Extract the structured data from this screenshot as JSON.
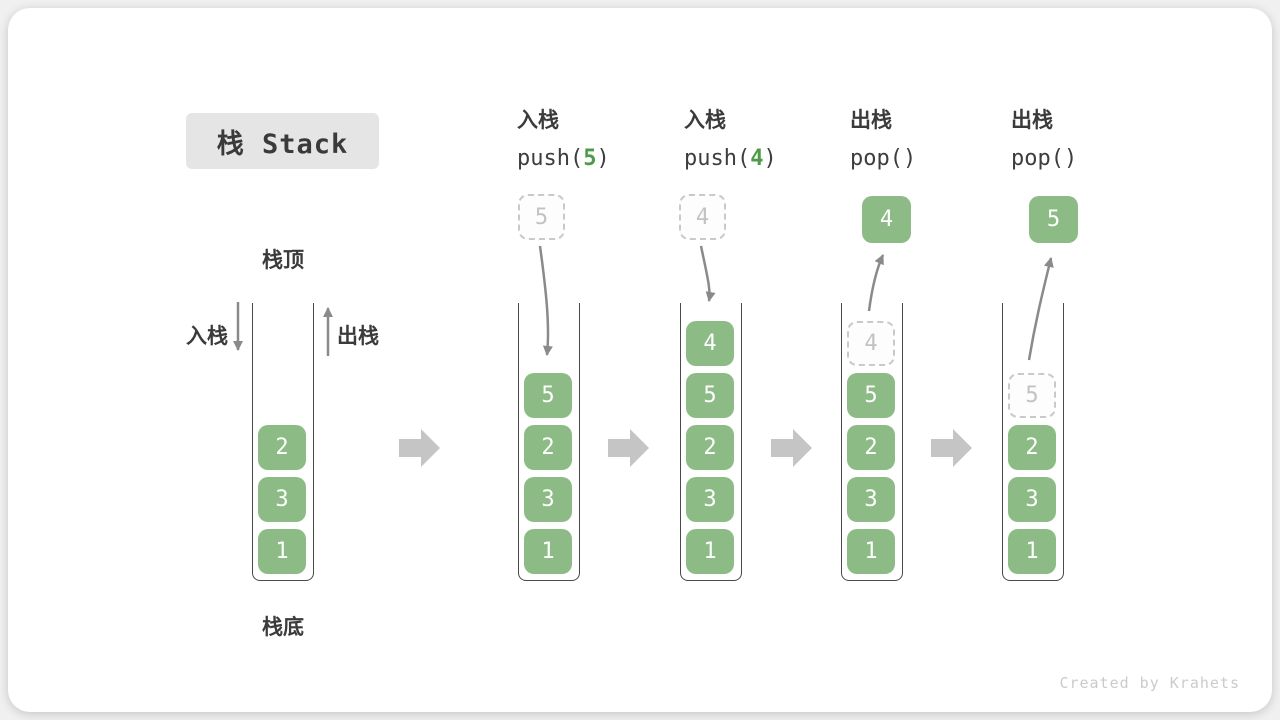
{
  "title": "栈 Stack",
  "labels": {
    "stack_top": "栈顶",
    "stack_bottom": "栈底",
    "push_side": "入栈",
    "pop_side": "出栈"
  },
  "colors": {
    "item_green": "#8cbb85",
    "code_arg_green": "#4e9b47",
    "ghost_gray": "#c9c9c9",
    "flow_arrow_gray": "#8a8a8a",
    "transition_arrow_gray": "#c5c5c5",
    "title_bg": "#e5e5e5",
    "text_dark": "#3b3b3b"
  },
  "steps": [
    {
      "name": "initial",
      "items": [
        "2",
        "3",
        "1"
      ]
    },
    {
      "name": "push-5",
      "op": "入栈",
      "fn": "push(",
      "arg": "5",
      "close": ")",
      "ghost": "5",
      "items": [
        "5",
        "2",
        "3",
        "1"
      ]
    },
    {
      "name": "push-4",
      "op": "入栈",
      "fn": "push(",
      "arg": "4",
      "close": ")",
      "ghost": "4",
      "items": [
        "4",
        "5",
        "2",
        "3",
        "1"
      ]
    },
    {
      "name": "pop-4",
      "op": "出栈",
      "fn": "pop(",
      "arg": "",
      "close": ")",
      "ghost": "4",
      "popped": "4",
      "items": [
        "5",
        "2",
        "3",
        "1"
      ]
    },
    {
      "name": "pop-5",
      "op": "出栈",
      "fn": "pop(",
      "arg": "",
      "close": ")",
      "ghost": "5",
      "popped": "5",
      "items": [
        "2",
        "3",
        "1"
      ]
    }
  ],
  "watermark": "Created by Krahets"
}
